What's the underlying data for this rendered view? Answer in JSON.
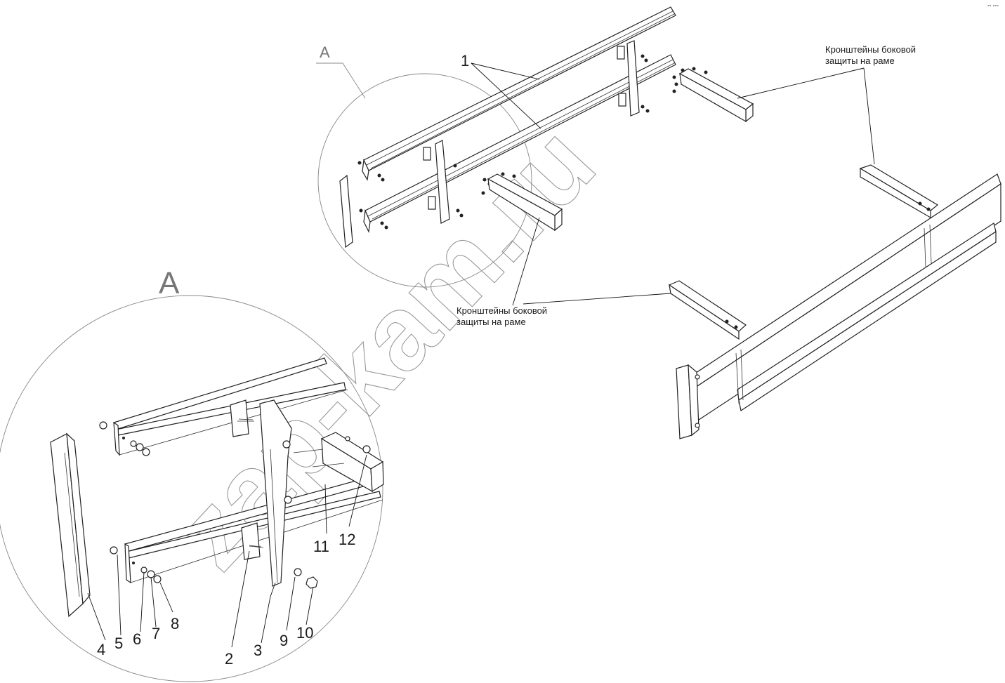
{
  "corner_mark": "°° °°°",
  "detail": {
    "label_small": "A",
    "label_large": "A"
  },
  "callouts": {
    "brackets_top": [
      "Кронштейны боковой",
      "защиты на раме"
    ],
    "brackets_mid": [
      "Кронштейны боковой",
      "защиты на раме"
    ]
  },
  "part_numbers": {
    "n1": "1",
    "n2": "2",
    "n3": "3",
    "n4": "4",
    "n5": "5",
    "n6": "6",
    "n7": "7",
    "n8": "8",
    "n9": "9",
    "n10": "10",
    "n11": "11",
    "n12": "12"
  },
  "watermark": "zap-kam.ru"
}
